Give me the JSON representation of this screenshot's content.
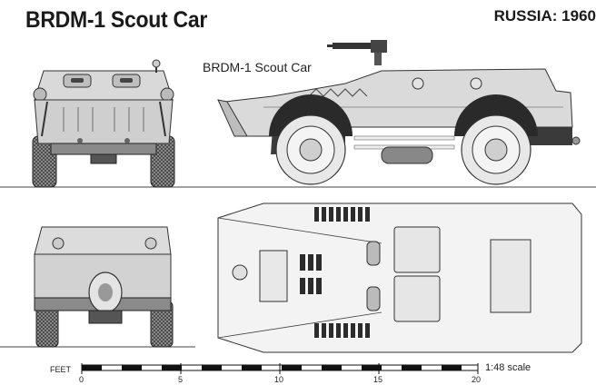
{
  "header": {
    "title": "BRDM-1 Scout Car",
    "country_year": "RUSSIA: 1960"
  },
  "side_view": {
    "caption": "BRDM-1 Scout Car"
  },
  "scale_bar": {
    "unit_label": "FEET",
    "ticks": [
      "0",
      "5",
      "10",
      "15",
      "20"
    ],
    "scale_text": "1:48 scale"
  }
}
